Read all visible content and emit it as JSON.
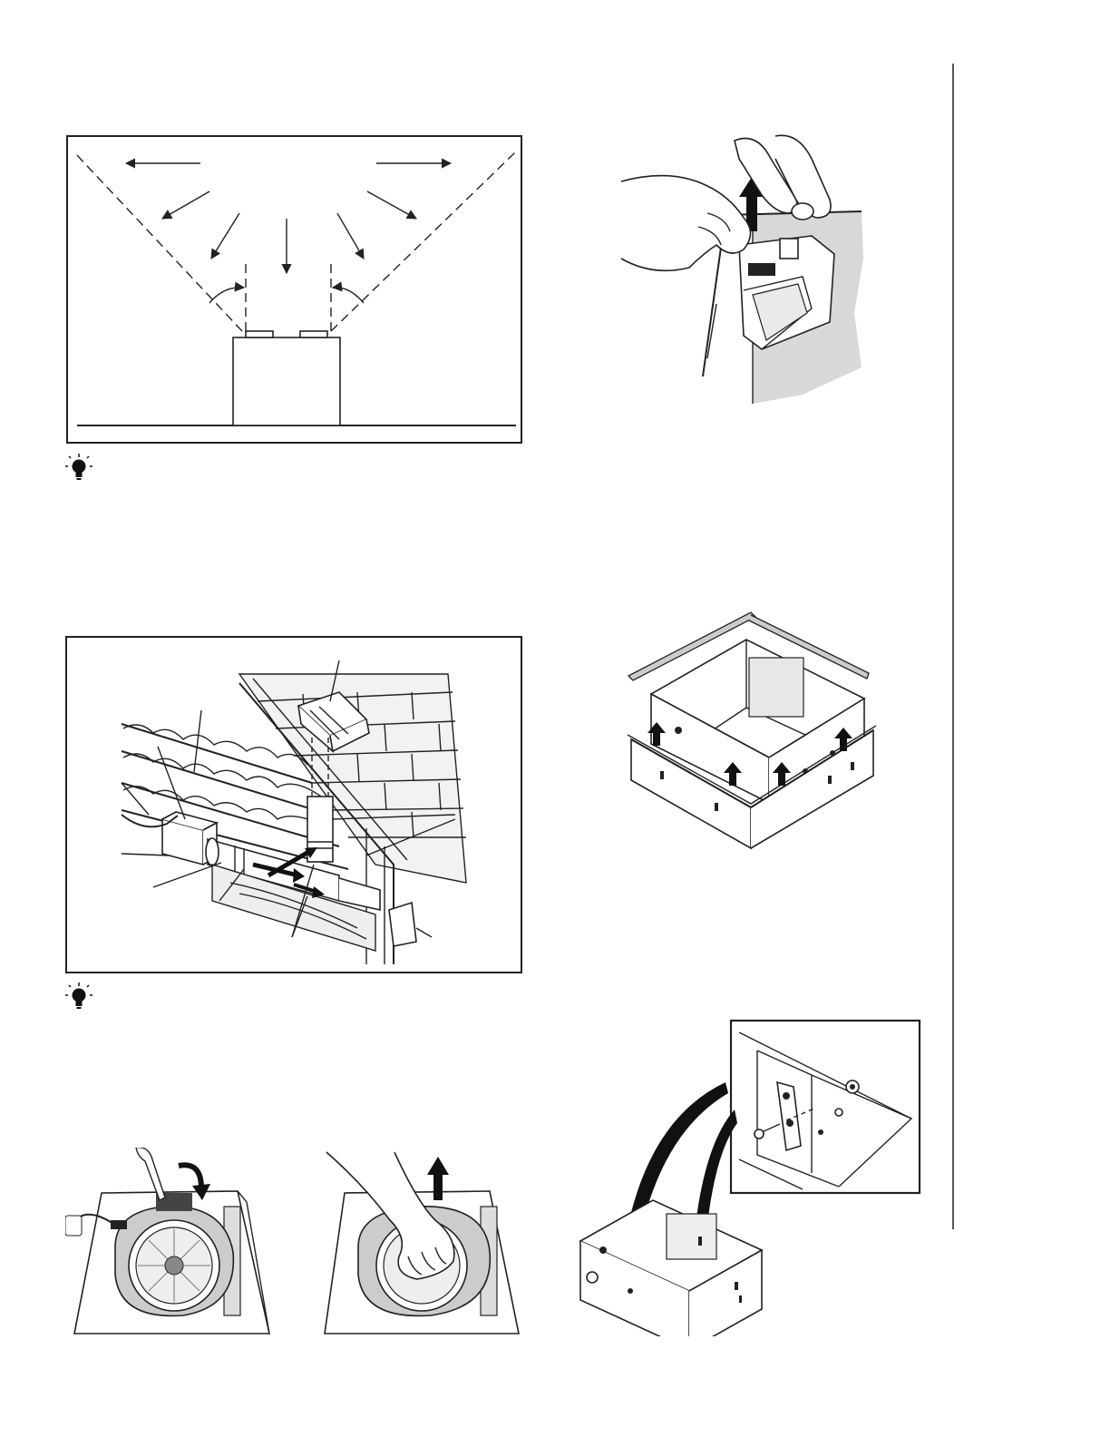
{
  "page": {
    "figures": [
      {
        "name": "vent-clearance-diagram"
      },
      {
        "name": "attic-inline-installation"
      },
      {
        "name": "motor-plug-removal"
      },
      {
        "name": "housing-bracket-extension"
      },
      {
        "name": "blower-wheel-release"
      },
      {
        "name": "blower-wheel-removal"
      },
      {
        "name": "housing-mounting-screw"
      }
    ],
    "tip_icon": "lightbulb-icon",
    "arrow_color": "#000000",
    "line_color": "#222222",
    "shade_color": "#d8d8d8"
  }
}
